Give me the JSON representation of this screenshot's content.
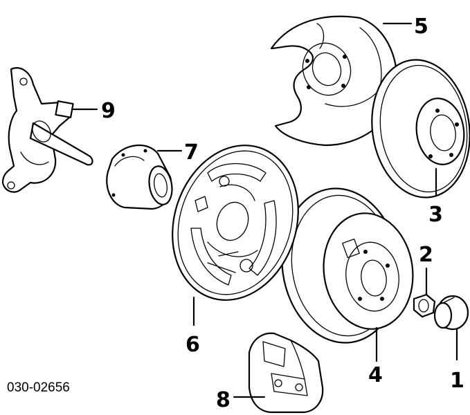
{
  "diagram_code": "030-02656",
  "callouts": {
    "c1": "1",
    "c2": "2",
    "c3": "3",
    "c4": "4",
    "c5": "5",
    "c6": "6",
    "c7": "7",
    "c8": "8",
    "c9": "9"
  }
}
